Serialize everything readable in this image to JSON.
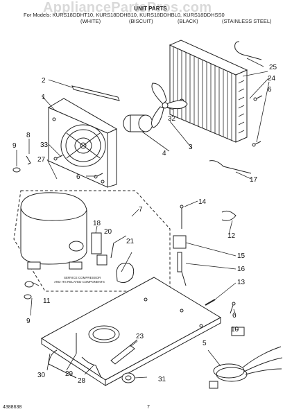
{
  "header": {
    "watermark": "AppliancePartsPros.com",
    "title": "UNIT PARTS",
    "models_line": "For Models: KURS18DDHT10, KURS18DDHB10, KURS18DDHBL0, KURS18DDHSS0",
    "colors": [
      "(WHITE)",
      "(BISCUIT)",
      "(BLACK)",
      "(STAINLESS STEEL)"
    ]
  },
  "callouts": [
    "1",
    "2",
    "3",
    "4",
    "5",
    "6",
    "6",
    "6",
    "7",
    "8",
    "9",
    "9",
    "10",
    "11",
    "12",
    "13",
    "14",
    "15",
    "16",
    "17",
    "18",
    "20",
    "21",
    "23",
    "24",
    "25",
    "27",
    "28",
    "29",
    "30",
    "31",
    "32",
    "33"
  ],
  "notes": {
    "service_compressor": "SERVICE COMPRESSOR",
    "use_correct": "AND ITS RELATED COMPONENTS"
  },
  "footer": {
    "doc_number": "4388638",
    "page_number": "7"
  },
  "colors": {
    "line": "#222222",
    "fill": "#ffffff",
    "watermark": "#d9d9d9"
  }
}
